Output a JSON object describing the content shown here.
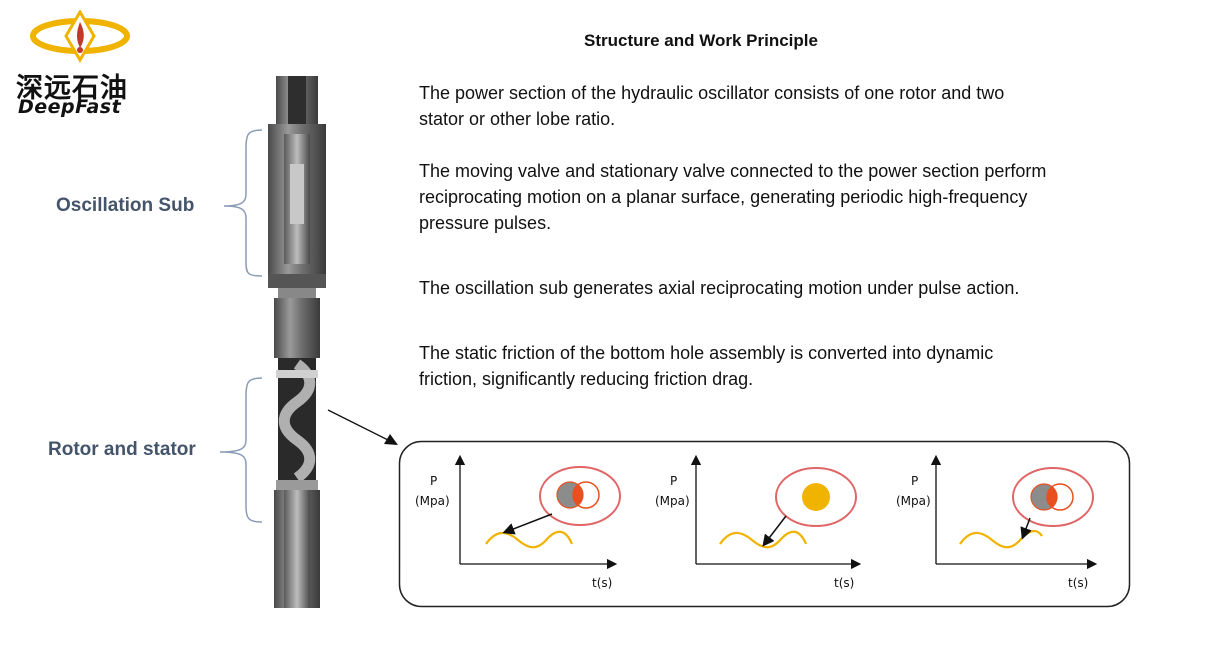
{
  "logo": {
    "name_cn": "深远石油",
    "name_en": "DeepFast",
    "colors": {
      "ring": "#f0b400",
      "accent": "#c0392b"
    }
  },
  "title": "Structure and Work Principle",
  "paragraphs": [
    {
      "lines": [
        "The power section of the hydraulic oscillator consists of one rotor and two",
        "stator or other lobe ratio."
      ]
    },
    {
      "lines": [
        "The moving valve and stationary valve connected to the power section perform",
        "reciprocating motion on a planar surface, generating periodic high-frequency",
        "pressure pulses."
      ]
    },
    {
      "lines": [
        "The oscillation sub generates axial reciprocating motion under pulse action."
      ]
    },
    {
      "lines": [
        "The static friction of the bottom hole assembly is converted into dynamic",
        "friction, significantly reducing friction drag."
      ]
    }
  ],
  "labels": {
    "oscillation_sub": "Oscillation Sub",
    "rotor_stator": "Rotor and stator"
  },
  "panels": [
    {
      "y_label": "P",
      "y_unit": "(Mpa)",
      "x_label": "t(s)",
      "valve_state": "partially-open"
    },
    {
      "y_label": "P",
      "y_unit": "(Mpa)",
      "x_label": "t(s)",
      "valve_state": "fully-open"
    },
    {
      "y_label": "P",
      "y_unit": "(Mpa)",
      "x_label": "t(s)",
      "valve_state": "partially-open"
    }
  ],
  "colors": {
    "label_text": "#44546a",
    "wave": "#f0b400",
    "valve_ring": "#e06666",
    "valve_orange": "#e8501f",
    "valve_gray": "#8c8c8c",
    "valve_yellow": "#f0b400"
  }
}
